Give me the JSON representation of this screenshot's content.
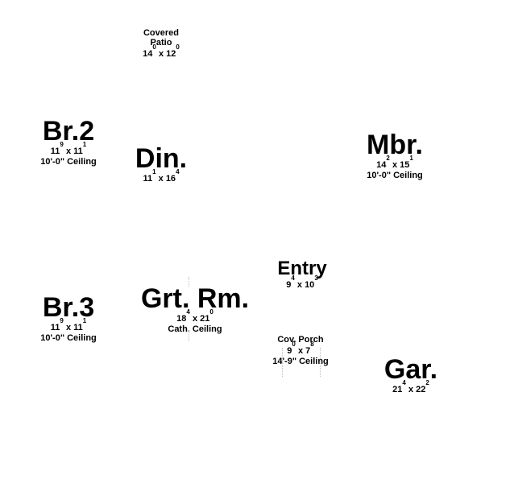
{
  "rooms": {
    "patio": {
      "name_line1": "Covered",
      "name_line2": "Patio",
      "w": "14",
      "w_in": "0",
      "l": "12",
      "l_in": "0"
    },
    "br2": {
      "name": "Br.2",
      "w": "11",
      "w_in": "9",
      "l": "11",
      "l_in": "1",
      "ceiling": "10'-0\" Ceiling"
    },
    "din": {
      "name": "Din.",
      "w": "11",
      "w_in": "1",
      "l": "16",
      "l_in": "4"
    },
    "mbr": {
      "name": "Mbr.",
      "w": "14",
      "w_in": "2",
      "l": "15",
      "l_in": "1",
      "ceiling": "10'-0\" Ceiling"
    },
    "entry": {
      "name": "Entry",
      "w": "9",
      "w_in": "4",
      "l": "10",
      "l_in": "3"
    },
    "br3": {
      "name": "Br.3",
      "w": "11",
      "w_in": "9",
      "l": "11",
      "l_in": "1",
      "ceiling": "10'-0\" Ceiling"
    },
    "grt": {
      "name": "Grt. Rm.",
      "w": "18",
      "w_in": "4",
      "l": "21",
      "l_in": "0",
      "ceiling": "Cath. Ceiling"
    },
    "porch": {
      "name": "Cov. Porch",
      "w": "9",
      "w_in": "0",
      "l": "7",
      "l_in": "8",
      "ceiling": "14'-9\" Ceiling"
    },
    "gar": {
      "name": "Gar.",
      "w": "21",
      "w_in": "4",
      "l": "22",
      "l_in": "2"
    }
  },
  "dimension_separator": "x"
}
